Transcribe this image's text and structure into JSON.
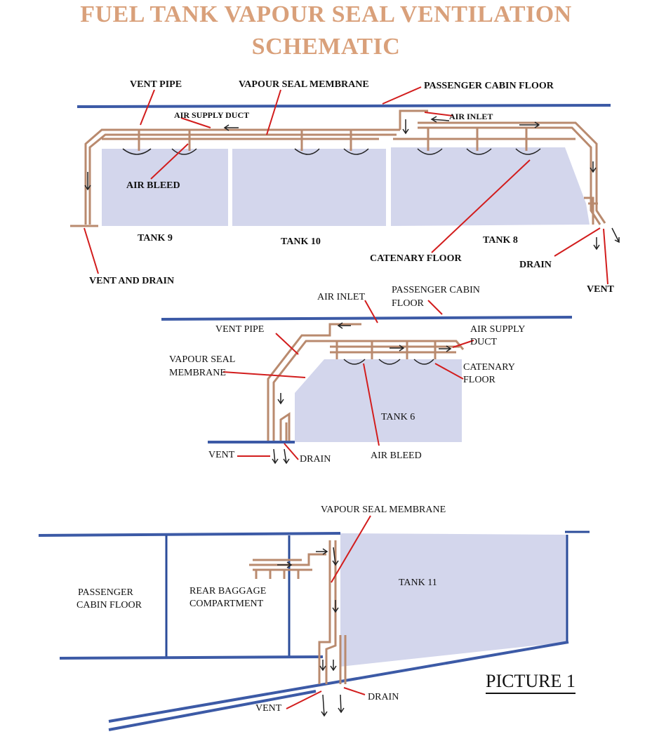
{
  "title": {
    "line1": "FUEL TANK VAPOUR  SEAL VENTILATION",
    "line2": "SCHEMATIC"
  },
  "diagram1": {
    "vent_pipe": "VENT PIPE",
    "vapour_seal_membrane": "VAPOUR SEAL MEMBRANE",
    "passenger_cabin_floor": "PASSENGER CABIN FLOOR",
    "air_supply_duct": "AIR SUPPLY DUCT",
    "air_inlet": "AIR INLET",
    "air_bleed": "AIR BLEED",
    "tank9": "TANK 9",
    "tank10": "TANK 10",
    "tank8": "TANK 8",
    "catenary_floor": "CATENARY FLOOR",
    "drain": "DRAIN",
    "vent_and_drain": "VENT AND DRAIN",
    "vent": "VENT"
  },
  "diagram2": {
    "air_inlet": "AIR INLET",
    "passenger_cabin_floor_1": "PASSENGER CABIN",
    "passenger_cabin_floor_2": "FLOOR",
    "vent_pipe": "VENT PIPE",
    "air_supply_duct_1": "AIR SUPPLY",
    "air_supply_duct_2": "DUCT",
    "vapour_seal_1": "VAPOUR SEAL",
    "vapour_seal_2": "MEMBRANE",
    "catenary_1": "CATENARY",
    "catenary_2": "FLOOR",
    "tank6": "TANK 6",
    "vent": "VENT",
    "drain": "DRAIN",
    "air_bleed": "AIR BLEED"
  },
  "diagram3": {
    "vapour_seal_membrane": "VAPOUR SEAL MEMBRANE",
    "tank11": "TANK 11",
    "passenger_cabin_1": "PASSENGER",
    "passenger_cabin_2": "CABIN FLOOR",
    "rear_baggage_1": "REAR BAGGAGE",
    "rear_baggage_2": "COMPARTMENT",
    "vent": "VENT",
    "drain": "DRAIN"
  },
  "picture_label": "PICTURE 1",
  "colors": {
    "title": "#d9a07a",
    "tank_fill": "#d3d6ec",
    "floor_line": "#3c5aa6",
    "duct": "#b98a6e",
    "leader": "#d21d1d"
  }
}
